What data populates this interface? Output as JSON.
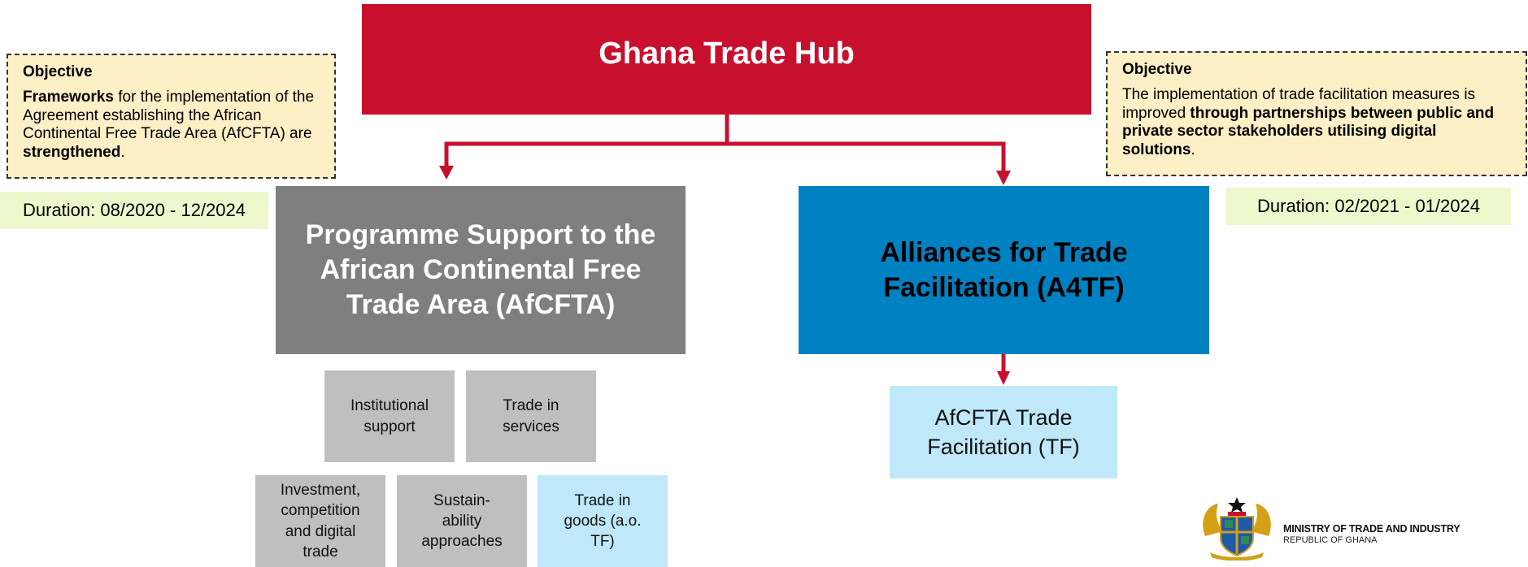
{
  "hub": {
    "title": "Ghana Trade Hub"
  },
  "objectives": {
    "left": {
      "title": "Objective",
      "bold1": "Frameworks",
      "text1": " for the implementation of the Agreement establishing the African Continental Free Trade Area (AfCFTA) are ",
      "bold2": "strengthened",
      "text2": "."
    },
    "right": {
      "title": "Objective",
      "text1": "The implementation of trade facilitation measures is improved ",
      "bold1": "through partnerships between public and private sector stakeholders utilising digital solutions",
      "text2": "."
    }
  },
  "durations": {
    "left": "Duration: 08/2020 - 12/2024",
    "right": "Duration: 02/2021 - 01/2024"
  },
  "programmes": {
    "afcfta": {
      "line1": "Programme Support to the",
      "line2": "African Continental Free",
      "line3": "Trade Area (AfCFTA)"
    },
    "a4tf": {
      "line1": "Alliances for Trade",
      "line2": "Facilitation (A4TF)"
    }
  },
  "components": {
    "institutional": [
      "Institutional",
      "support"
    ],
    "services": [
      "Trade in",
      "services"
    ],
    "investment": [
      "Investment,",
      "competition",
      "and digital",
      "trade"
    ],
    "sustainability": [
      "Sustain-",
      "ability",
      "approaches"
    ],
    "goods": [
      "Trade in",
      "goods (a.o.",
      "TF)"
    ]
  },
  "tf": [
    "AfCFTA Trade",
    "Facilitation (TF)"
  ],
  "ministry": {
    "name": "MINISTRY OF TRADE AND INDUSTRY",
    "sub": "REPUBLIC OF GHANA"
  },
  "colors": {
    "red": "#c8102e",
    "grey": "#7f7f7f",
    "blue": "#0081c1",
    "light_blue": "#bfe9fb",
    "light_grey": "#bfbfbf",
    "objective_bg": "#fdefc6",
    "duration_bg": "#eef8cc"
  }
}
